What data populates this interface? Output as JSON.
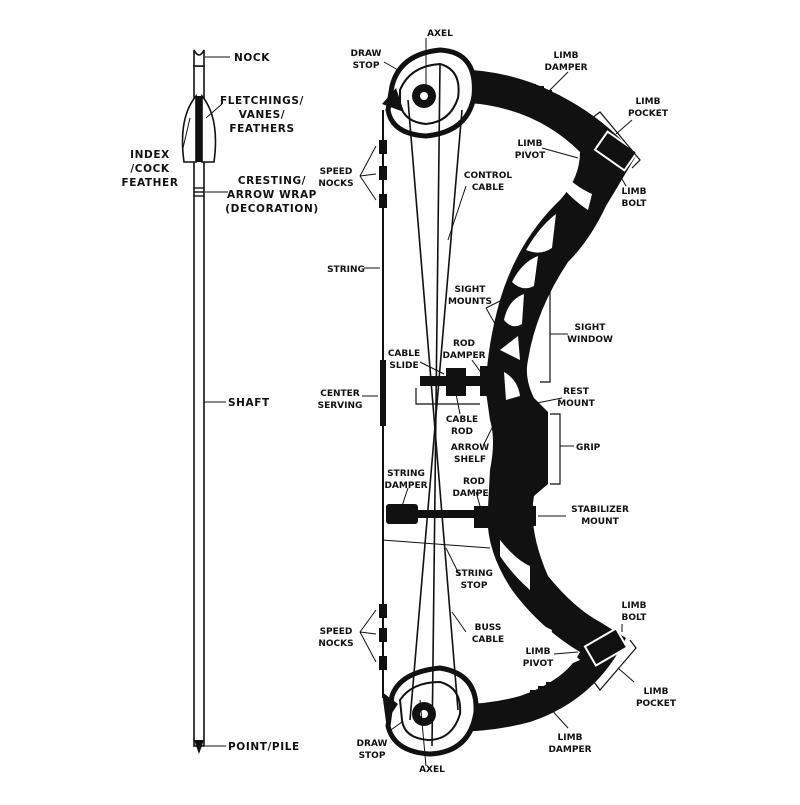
{
  "labels": {
    "nock": "NOCK",
    "fletchings": [
      "FLETCHINGS/",
      "VANES/",
      "FEATHERS"
    ],
    "index": [
      "INDEX",
      "/COCK",
      "FEATHER"
    ],
    "cresting": [
      "CRESTING/",
      "ARROW WRAP",
      "(DECORATION)"
    ],
    "shaft": "SHAFT",
    "point": "POINT/PILE",
    "axel_top": "AXEL",
    "axel_bottom": "AXEL",
    "draw_stop_top": [
      "DRAW",
      "STOP"
    ],
    "draw_stop_bottom": [
      "DRAW",
      "STOP"
    ],
    "limb_damper_top": [
      "LIMB",
      "DAMPER"
    ],
    "limb_damper_bottom": [
      "LIMB",
      "DAMPER"
    ],
    "limb_pocket_top": [
      "LIMB",
      "POCKET"
    ],
    "limb_pocket_bottom": [
      "LIMB",
      "POCKET"
    ],
    "limb_pivot_top": [
      "LIMB",
      "PIVOT"
    ],
    "limb_pivot_bottom": [
      "LIMB",
      "PIVOT"
    ],
    "limb_bolt_top": [
      "LIMB",
      "BOLT"
    ],
    "limb_bolt_bottom": [
      "LIMB",
      "BOLT"
    ],
    "speed_nocks_top": [
      "SPEED",
      "NOCKS"
    ],
    "speed_nocks_bottom": [
      "SPEED",
      "NOCKS"
    ],
    "control_cable": [
      "CONTROL",
      "CABLE"
    ],
    "string": "STRING",
    "sight_mounts": [
      "SIGHT",
      "MOUNTS"
    ],
    "sight_window": [
      "SIGHT",
      "WINDOW"
    ],
    "cable_slide": [
      "CABLE",
      "SLIDE"
    ],
    "rod_damper_upper": [
      "ROD",
      "DAMPER"
    ],
    "rod_damper_lower": [
      "ROD",
      "DAMPER"
    ],
    "center_serving": [
      "CENTER",
      "SERVING"
    ],
    "cable_rod": [
      "CABLE",
      "ROD"
    ],
    "rest_mount": [
      "REST",
      "MOUNT"
    ],
    "arrow_shelf": [
      "ARROW",
      "SHELF"
    ],
    "grip": "GRIP",
    "string_damper": [
      "STRING",
      "DAMPER"
    ],
    "stabilizer_mount": [
      "STABILIZER",
      "MOUNT"
    ],
    "string_stop": [
      "STRING",
      "STOP"
    ],
    "buss_cable": [
      "BUSS",
      "CABLE"
    ]
  }
}
